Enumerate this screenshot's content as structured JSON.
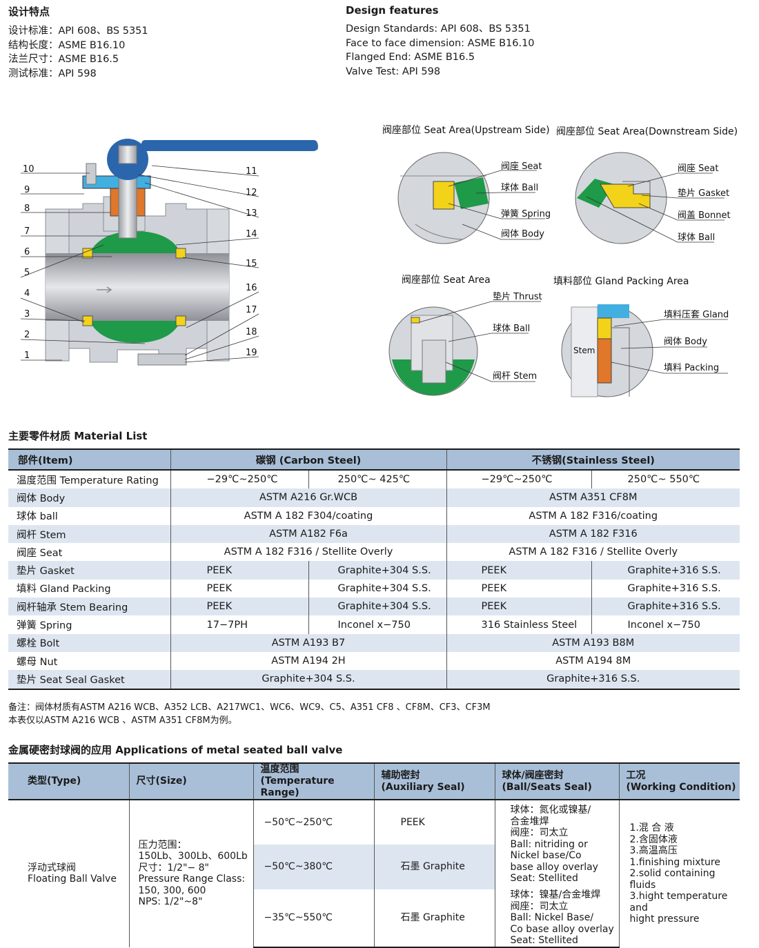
{
  "features_cn": {
    "title": "设计特点",
    "lines": [
      "设计标准：API 608、BS 5351",
      "结构长度：ASME B16.10",
      "法兰尺寸：ASME B16.5",
      "测试标准：API 598"
    ]
  },
  "features_en": {
    "title": "Design features",
    "lines": [
      "Design Standards: API 608、BS 5351",
      "Face to face dimension: ASME B16.10",
      "Flanged End: ASME B16.5",
      "Valve Test: API 598"
    ]
  },
  "valve_callouts": {
    "left": [
      "10",
      "9",
      "8",
      "7",
      "6",
      "5",
      "4",
      "3",
      "2",
      "1"
    ],
    "right": [
      "11",
      "12",
      "13",
      "14",
      "15",
      "16",
      "17",
      "18",
      "19"
    ]
  },
  "details": {
    "upstream": {
      "title": "阀座部位 Seat Area(Upstream Side)",
      "labels": [
        "阀座 Seat",
        "球体 Ball",
        "弹簧 Spring",
        "阀体 Body"
      ]
    },
    "downstream": {
      "title": "阀座部位  Seat Area(Downstream Side)",
      "labels": [
        "阀座 Seat",
        "垫片 Gasket",
        "阀盖 Bonnet",
        "球体 Ball"
      ]
    },
    "seat": {
      "title": "阀座部位 Seat Area",
      "labels": [
        "垫片 Thrust",
        "球体 Ball",
        "阀杆 Stem"
      ]
    },
    "gland": {
      "title": "填料部位 Gland Packing Area",
      "labels": [
        "填料压套 Gland",
        "阀体 Body",
        "填料 Packing"
      ],
      "stem": "Stem"
    }
  },
  "material": {
    "title": "主要零件材质 Material List",
    "headers": [
      "部件(Item)",
      "碳钢 (Carbon Steel)",
      "不锈钢(Stainless Steel)"
    ],
    "temp_row": {
      "item": "温度范围 Temperature Rating",
      "values": [
        "−29℃~250℃",
        "250℃~ 425℃",
        "−29℃~250℃",
        "250℃~ 550℃"
      ]
    },
    "rows": [
      {
        "item": "阀体  Body",
        "cs": "ASTM A216 Gr.WCB",
        "ss": "ASTM A351 CF8M"
      },
      {
        "item": "球体 ball",
        "cs": "ASTM A 182 F304/coating",
        "ss": "ASTM A 182 F316/coating"
      },
      {
        "item": "阀杆  Stem",
        "cs": "ASTM A182 F6a",
        "ss": "ASTM A 182 F316"
      },
      {
        "item": "阀座  Seat",
        "cs": "ASTM A 182 F316 / Stellite Overly",
        "ss": "ASTM A 182 F316 / Stellite Overly"
      }
    ],
    "split_rows": [
      {
        "item": "垫片  Gasket",
        "values": [
          "PEEK",
          "Graphite+304 S.S.",
          "PEEK",
          "Graphite+316 S.S."
        ]
      },
      {
        "item": "填料  Gland Packing",
        "values": [
          "PEEK",
          "Graphite+304 S.S.",
          "PEEK",
          "Graphite+316 S.S."
        ]
      },
      {
        "item": "阀杆轴承  Stem Bearing",
        "values": [
          "PEEK",
          "Graphite+304 S.S.",
          "PEEK",
          "Graphite+316 S.S."
        ]
      },
      {
        "item": "弹簧  Spring",
        "values": [
          "17−7PH",
          "Inconel x−750",
          "316 Stainless Steel",
          "Inconel x−750"
        ]
      }
    ],
    "rows2": [
      {
        "item": "螺栓  Bolt",
        "cs": "ASTM A193 B7",
        "ss": "ASTM A193 B8M"
      },
      {
        "item": "螺母  Nut",
        "cs": "ASTM A194 2H",
        "ss": "ASTM A194 8M"
      },
      {
        "item": "垫片  Seat Seal Gasket",
        "cs": "Graphite+304 S.S.",
        "ss": "Graphite+316 S.S."
      }
    ]
  },
  "notes": [
    "备注：阀体材质有ASTM A216 WCB、A352 LCB、A217WC1、WC6、WC9、C5、A351 CF8 、CF8M、CF3、CF3M",
    "本表仅以ASTM A216 WCB 、ASTM A351 CF8M为例。"
  ],
  "app": {
    "title": "金属硬密封球阀的应用 Applications of metal seated ball valve",
    "headers": [
      "类型(Type)",
      "尺寸(Size)",
      "温度范围\n(Temperature Range)",
      "辅助密封\n(Auxiliary  Seal)",
      "球体/阀座密封\n(Ball/Seats  Seal)",
      "工况\n(Working Condition)"
    ],
    "type": "浮动式球阀\nFloating Ball Valve",
    "size": "压力范围：\n150Lb、300Lb、600Lb\n尺寸：1/2\"− 8\"\nPressure Range Class:\n150, 300, 600\nNPS: 1/2\"~8\"",
    "temps": [
      "−50℃~250℃",
      "−50℃~380℃",
      "−35℃~550℃"
    ],
    "aux": [
      "PEEK",
      "石墨 Graphite",
      "石墨 Graphite"
    ],
    "seal1": "球体：氮化或镍基/\n        合金堆焊\n阀座：司太立\nBall: nitriding or\nNickel base/Co\nbase alloy overlay\nSeat: Stellited",
    "seal2": "球体：镍基/合金堆焊\n阀座：司太立\nBall: Nickel Base/\nCo base alloy overlay\nSeat: Stellited",
    "condition": "1.混 合 液\n2.含固体液\n3.高温高压\n1.finishing mixture\n2.solid containing fluids\n3.hight temperature and\n   hight pressure"
  }
}
